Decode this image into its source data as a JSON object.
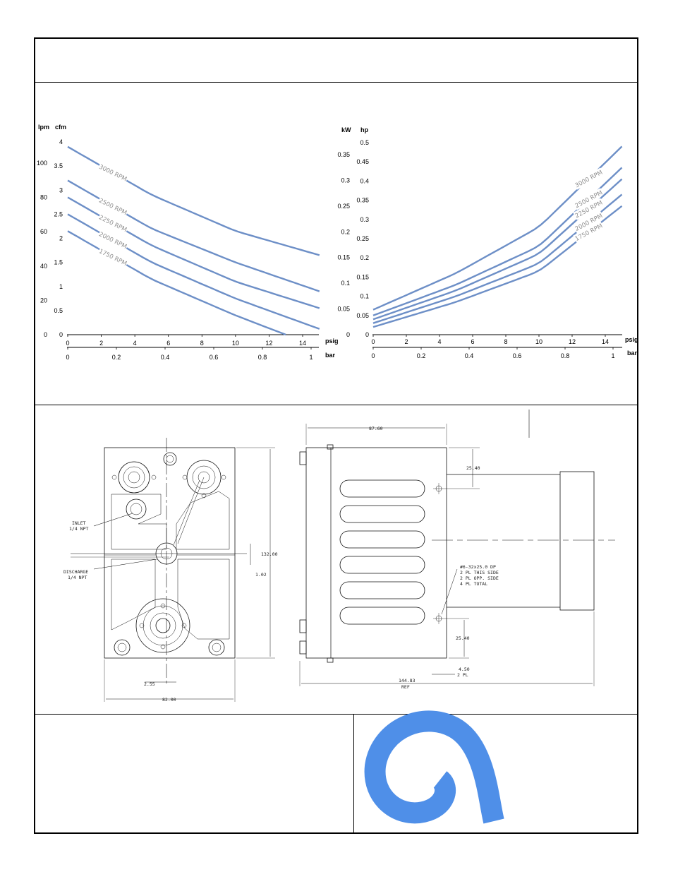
{
  "flow_chart": {
    "units_primary": "lpm",
    "units_secondary": "cfm",
    "x_unit_primary": "psig",
    "x_unit_secondary": "bar",
    "lpm_ticks": [
      "0",
      "20",
      "40",
      "60",
      "80",
      "100"
    ],
    "cfm_ticks": [
      "0",
      "0.5",
      "1",
      "1.5",
      "2",
      "2.5",
      "3",
      "3.5",
      "4"
    ],
    "psig_ticks": [
      "0",
      "2",
      "4",
      "6",
      "8",
      "10",
      "12",
      "14"
    ],
    "bar_ticks": [
      "0",
      "0.2",
      "0.4",
      "0.6",
      "0.8",
      "1"
    ]
  },
  "power_chart": {
    "units_primary": "kW",
    "units_secondary": "hp",
    "x_unit_primary": "psig",
    "x_unit_secondary": "bar",
    "kw_ticks": [
      "0",
      "0.05",
      "0.1",
      "0.15",
      "0.2",
      "0.25",
      "0.3",
      "0.35"
    ],
    "hp_ticks": [
      "0",
      "0.05",
      "0.1",
      "0.15",
      "0.2",
      "0.25",
      "0.3",
      "0.35",
      "0.4",
      "0.45",
      "0.5"
    ],
    "psig_ticks": [
      "0",
      "2",
      "4",
      "6",
      "8",
      "10",
      "12",
      "14"
    ],
    "bar_ticks": [
      "0",
      "0.2",
      "0.4",
      "0.6",
      "0.8",
      "1"
    ]
  },
  "chart_data": [
    {
      "type": "line",
      "xlabel": "psig",
      "ylabel": "cfm",
      "xlim": [
        0,
        15
      ],
      "ylim": [
        0,
        4
      ],
      "series": [
        {
          "name": "3000 RPM",
          "x": [
            0,
            5,
            10,
            15
          ],
          "values": [
            3.9,
            2.9,
            2.15,
            1.65
          ]
        },
        {
          "name": "2500 RPM",
          "x": [
            0,
            5,
            10,
            15
          ],
          "values": [
            3.2,
            2.2,
            1.5,
            0.9
          ]
        },
        {
          "name": "2250 RPM",
          "x": [
            0,
            5,
            10,
            15
          ],
          "values": [
            2.85,
            1.85,
            1.1,
            0.55
          ]
        },
        {
          "name": "2000 RPM",
          "x": [
            0,
            5,
            10,
            15
          ],
          "values": [
            2.5,
            1.5,
            0.75,
            0.12
          ]
        },
        {
          "name": "1750 RPM",
          "x": [
            0,
            5,
            10,
            13
          ],
          "values": [
            2.15,
            1.15,
            0.4,
            0.0
          ]
        }
      ]
    },
    {
      "type": "line",
      "xlabel": "psig",
      "ylabel": "hp",
      "xlim": [
        0,
        15
      ],
      "ylim": [
        0,
        0.5
      ],
      "series": [
        {
          "name": "3000 RPM",
          "x": [
            0,
            5,
            10,
            15
          ],
          "values": [
            0.065,
            0.16,
            0.28,
            0.49
          ]
        },
        {
          "name": "2500 RPM",
          "x": [
            0,
            5,
            10,
            15
          ],
          "values": [
            0.05,
            0.13,
            0.23,
            0.435
          ]
        },
        {
          "name": "2250 RPM",
          "x": [
            0,
            5,
            10,
            15
          ],
          "values": [
            0.04,
            0.115,
            0.21,
            0.405
          ]
        },
        {
          "name": "2000 RPM",
          "x": [
            0,
            5,
            10,
            15
          ],
          "values": [
            0.03,
            0.1,
            0.185,
            0.365
          ]
        },
        {
          "name": "1750 RPM",
          "x": [
            0,
            5,
            10,
            15
          ],
          "values": [
            0.02,
            0.085,
            0.165,
            0.335
          ]
        }
      ]
    }
  ],
  "drawing": {
    "inlet": "INLET",
    "inlet_size": "1/4 NPT",
    "discharge": "DISCHARGE",
    "discharge_size": "1/4 NPT",
    "dim_height": "132.00",
    "dim_offset": "1.02",
    "dim_width": "82.00",
    "dim_center": "2.55",
    "dim_top": "87.60",
    "dim_hole_top": "25.40",
    "dim_hole_bottom": "25.40",
    "dim_edge": "4.50",
    "dim_edge_note": "2 PL",
    "dim_length": "144.83",
    "dim_length_note": "REF",
    "tap_note_1": "#6-32x25.0 DP",
    "tap_note_2": "2 PL THIS SIDE",
    "tap_note_3": "2 PL OPP. SIDE",
    "tap_note_4": "4 PL TOTAL"
  },
  "colors": {
    "curve": "#6d8fc7",
    "logo": "#4f8fe8"
  },
  "icons": {
    "logo": "spiral-logo-icon"
  }
}
